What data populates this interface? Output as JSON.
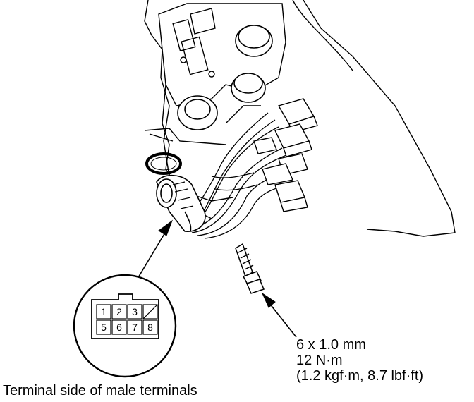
{
  "connector": {
    "pins": [
      "1",
      "2",
      "3",
      "",
      "5",
      "6",
      "7",
      "8"
    ]
  },
  "bolt_spec": {
    "size": "6 x 1.0 mm",
    "torque_nm": "12 N·m",
    "torque_alt": "(1.2 kgf·m, 8.7 lbf·ft)"
  },
  "caption": "Terminal side of male terminals"
}
